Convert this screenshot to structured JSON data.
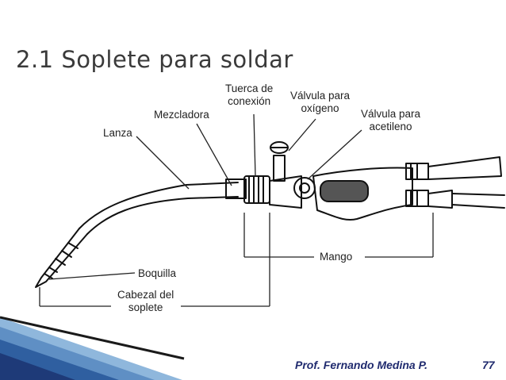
{
  "slide": {
    "title": "2.1 Soplete para soldar",
    "author": "Prof. Fernando Medina P.",
    "page_number": "77"
  },
  "labels": {
    "tuerca_1": "Tuerca de",
    "tuerca_2": "conexión",
    "valvula_ox_1": "Válvula para",
    "valvula_ox_2": "oxígeno",
    "mezcladora": "Mezcladora",
    "valvula_ac_1": "Válvula para",
    "valvula_ac_2": "acetileno",
    "lanza": "Lanza",
    "mango": "Mango",
    "boquilla": "Boquilla",
    "cabezal_1": "Cabezal del",
    "cabezal_2": "soplete"
  },
  "colors": {
    "title": "#3a3a3a",
    "footer": "#1f2a6e",
    "corner_dark": "#1e3a78",
    "corner_light": "#8fb7dc"
  }
}
